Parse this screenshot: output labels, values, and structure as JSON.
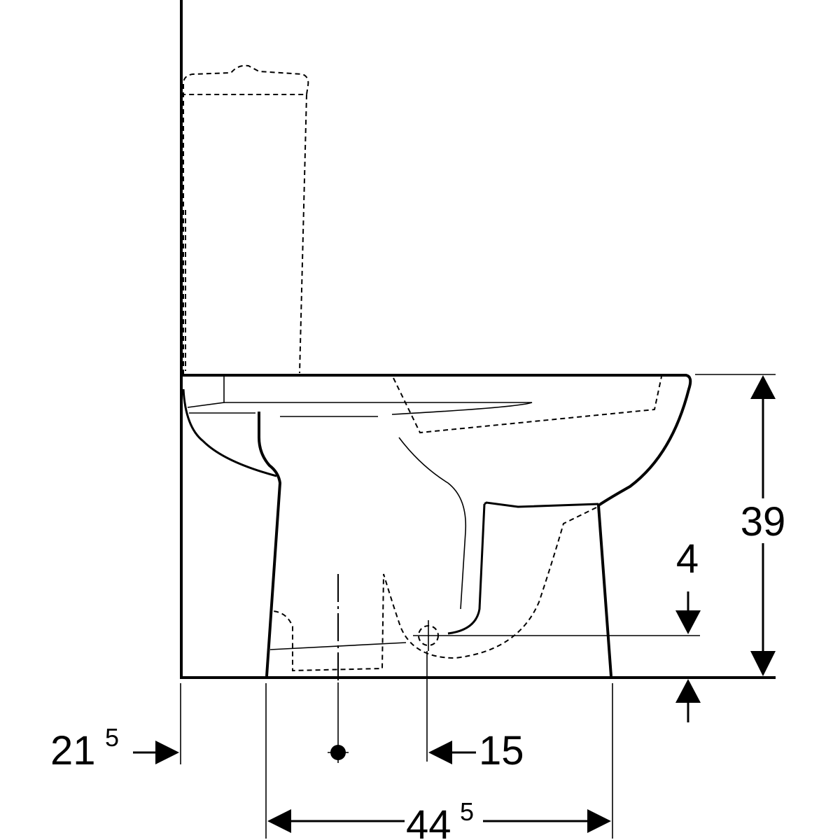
{
  "drawing": {
    "title": "toilet side elevation dimension drawing",
    "dimensions": {
      "height": "39",
      "outlet_height": "4",
      "wall_offset_main": "21",
      "wall_offset_sup": "5",
      "outlet_offset": "15",
      "depth_main": "44",
      "depth_sup": "5"
    },
    "color": "#000000"
  }
}
